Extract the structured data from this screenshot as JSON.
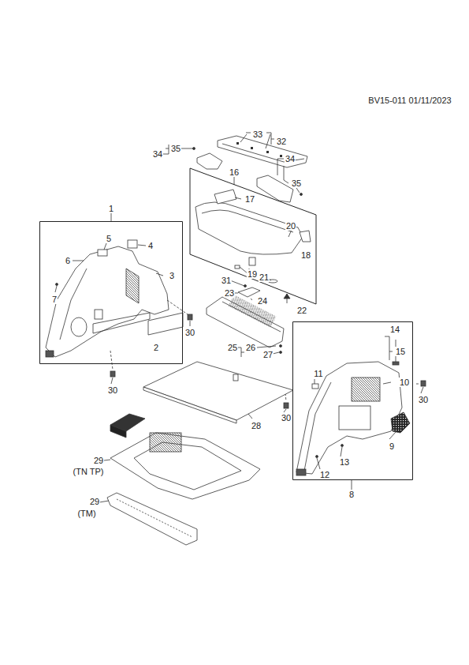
{
  "diagram": {
    "nodes": [
      {
        "text": [
          "1"
        ]
      },
      {
        "text": [
          "16"
        ]
      },
      {
        "text": [
          "8"
        ]
      }
    ],
    "labels": [
      "BV15-011 01/11/2023",
      "33",
      "32",
      "35",
      "34",
      "34",
      "35",
      "17",
      "20",
      "18",
      "19",
      "21",
      "22",
      "31",
      "23",
      "24",
      "25",
      "26",
      "27",
      "5",
      "4",
      "6",
      "3",
      "7",
      "2",
      "30",
      "30",
      "30",
      "30",
      "14",
      "15",
      "11",
      "10",
      "9",
      "13",
      "12",
      "28",
      "29",
      "(TN TP)",
      "29",
      "(TM)"
    ]
  }
}
